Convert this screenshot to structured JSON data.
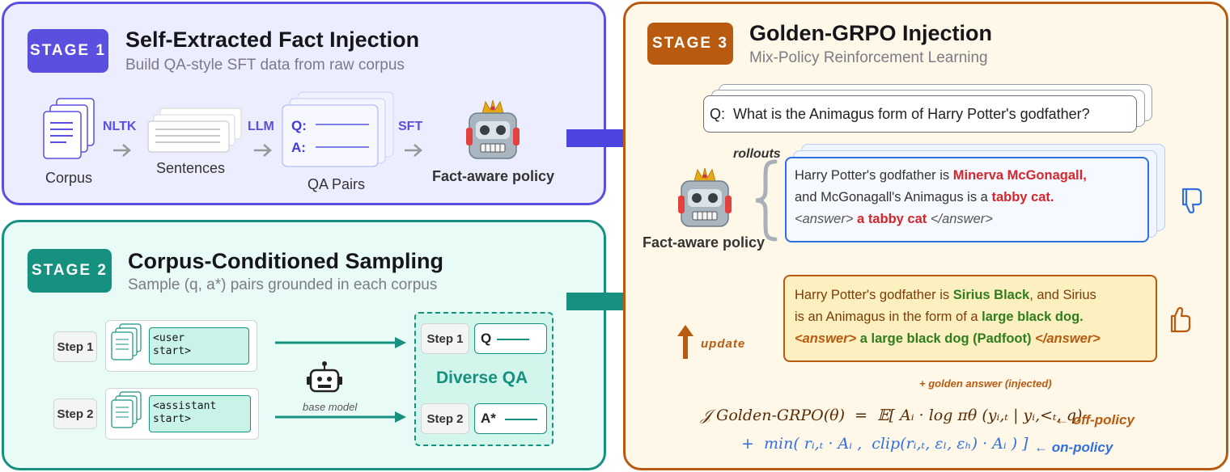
{
  "stage1": {
    "badge": "STAGE 1",
    "title": "Self-Extracted Fact Injection",
    "subtitle": "Build QA-style SFT data from raw corpus",
    "corpus_label": "Corpus",
    "nltk_label": "NLTK",
    "sentences_label": "Sentences",
    "llm_label": "LLM",
    "q_label": "Q:",
    "a_label": "A:",
    "qa_pairs_label": "QA Pairs",
    "sft_label": "SFT",
    "policy_label": "Fact-aware policy",
    "color": "#5b4fe0"
  },
  "stage2": {
    "badge": "STAGE 2",
    "title": "Corpus-Conditioned Sampling",
    "subtitle": "Sample (q, a*) pairs grounded in each corpus",
    "step1_label": "Step 1",
    "step1_tag": "<user\nstart>",
    "step2_label": "Step 2",
    "step2_tag": "<assistant\nstart>",
    "base_model_label": "base model",
    "diverse_step1": "Step 1",
    "diverse_q": "Q",
    "diverse_title": "Diverse QA",
    "diverse_step2": "Step 2",
    "diverse_a": "A*",
    "color": "#16907f"
  },
  "stage3": {
    "badge": "STAGE 3",
    "title": "Golden-GRPO Injection",
    "subtitle": "Mix-Policy Reinforcement Learning",
    "question": "Q:  What is the Animagus form of Harry Potter's godfather?",
    "rollouts_label": "rollouts",
    "policy_label": "Fact-aware policy",
    "rollout": {
      "l1a": "Harry Potter's godfather is ",
      "l1b": "Minerva McGonagall,",
      "l2a": "and McGonagall's Animagus is a ",
      "l2b": "tabby cat.",
      "l3a": "<answer>",
      "l3b": " a tabby cat ",
      "l3c": "</answer>"
    },
    "golden": {
      "l1a": "Harry Potter's godfather is ",
      "l1b": "Sirius Black",
      "l1c": ", and Sirius",
      "l2a": "is an Animagus in the form of a ",
      "l2b": "large black dog.",
      "l3a": "<answer>",
      "l3b": " a large black dog (Padfoot) ",
      "l3c": "</answer>"
    },
    "update_label": "update",
    "golden_note": "+ golden answer (injected)",
    "formula_line1": "𝒥 Golden-GRPO(θ)  =  𝔼[ Aᵢ · log πθ (yᵢ,ₜ | yᵢ,<ₜ, q)",
    "formula_line2": "+  min( rᵢ,ₜ · Aᵢ ,  clip(rᵢ,ₜ, εₗ, εₕ) · Aᵢ ) ]",
    "off_policy": "← off-policy",
    "on_policy": "← on-policy",
    "color": "#b85a10"
  }
}
